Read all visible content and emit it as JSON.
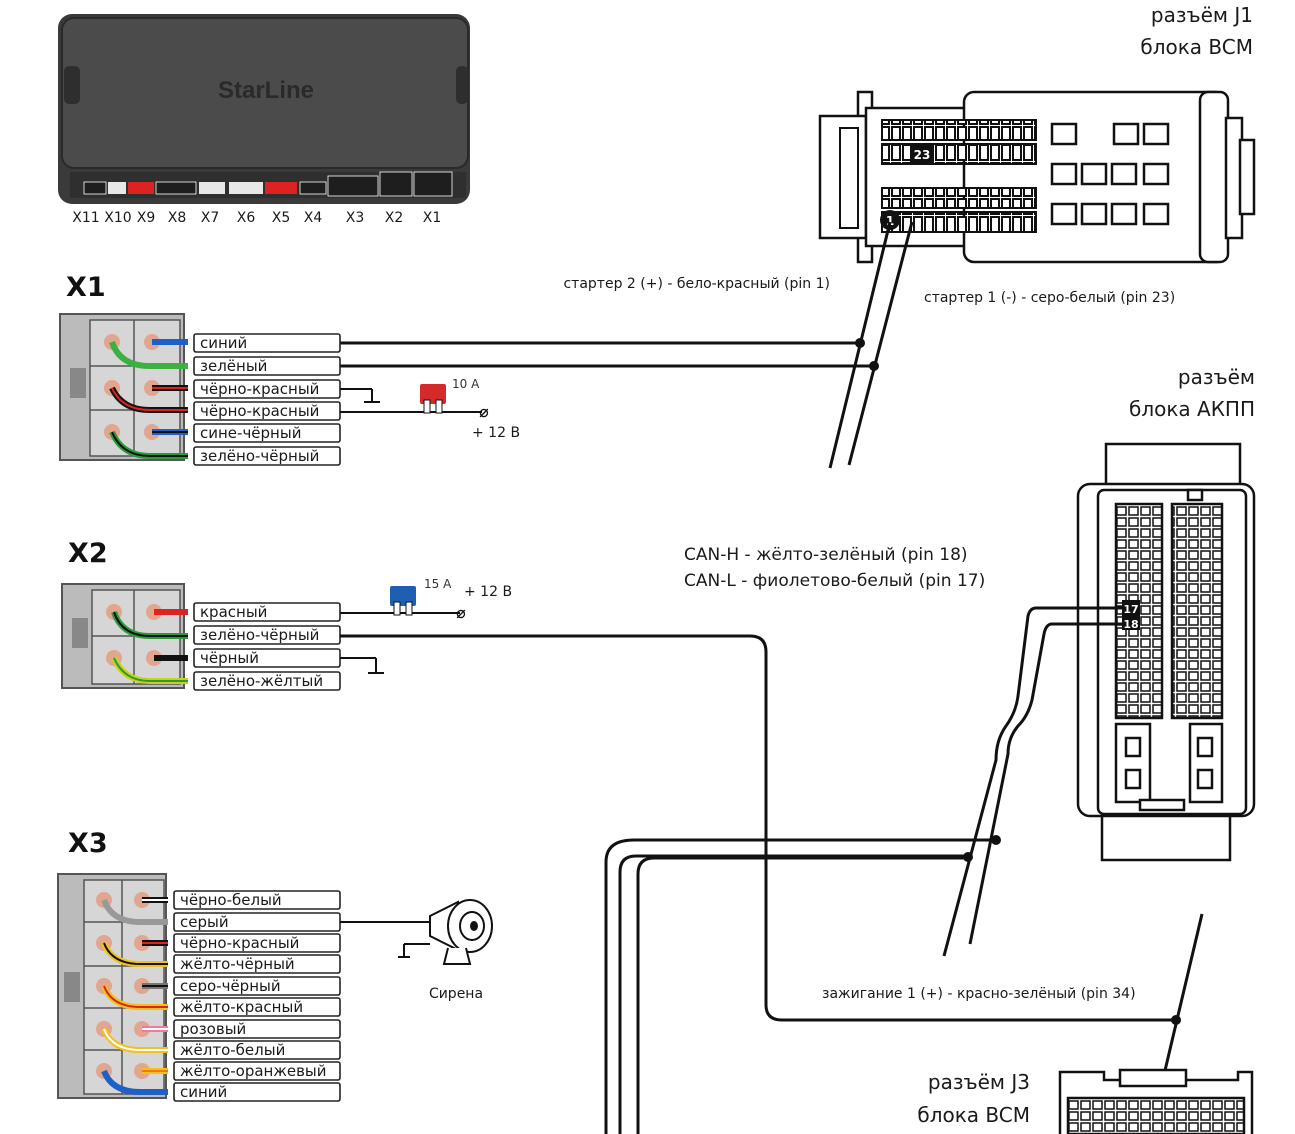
{
  "unit": {
    "brand": "StarLine",
    "ports": [
      "X11",
      "X10",
      "X9",
      "X8",
      "X7",
      "X6",
      "X5",
      "X4",
      "X3",
      "X2",
      "X1"
    ]
  },
  "x1": {
    "title": "X1",
    "wires": [
      "синий",
      "зелёный",
      "чёрно-красный",
      "чёрно-красный",
      "сине-чёрный",
      "зелёно-чёрный"
    ],
    "fuse_label": "10 A",
    "power_label": "+ 12 В"
  },
  "x2": {
    "title": "X2",
    "wires": [
      "красный",
      "зелёно-чёрный",
      "чёрный",
      "зелёно-жёлтый"
    ],
    "fuse_label": "15 A",
    "power_label": "+ 12 В"
  },
  "x3": {
    "title": "X3",
    "wires": [
      "чёрно-белый",
      "серый",
      "чёрно-красный",
      "жёлто-чёрный",
      "серо-чёрный",
      "жёлто-красный",
      "розовый",
      "жёлто-белый",
      "жёлто-оранжевый",
      "синий"
    ],
    "siren_label": "Сирена"
  },
  "bcm_j1": {
    "title_line1": "разъём J1",
    "title_line2": "блока BCM",
    "pin_a": "23",
    "pin_b": "1",
    "label_starter2": "стартер 2 (+) - бело-красный (pin 1)",
    "label_starter1": "стартер 1 (-) - серо-белый (pin 23)"
  },
  "akpp": {
    "title_line1": "разъём",
    "title_line2": "блока АКПП",
    "pin_a": "17",
    "pin_b": "18",
    "can_h": "CAN-H - жёлто-зелёный (pin 18)",
    "can_l": "CAN-L - фиолетово-белый (pin 17)"
  },
  "bcm_j3": {
    "title_line1": "разъём J3",
    "title_line2": "блока BCM",
    "label_ignition": "зажигание 1 (+) - красно-зелёный (pin 34)"
  },
  "colors": {
    "box": "#4a4a4a",
    "wire": "#1a1a1a"
  }
}
